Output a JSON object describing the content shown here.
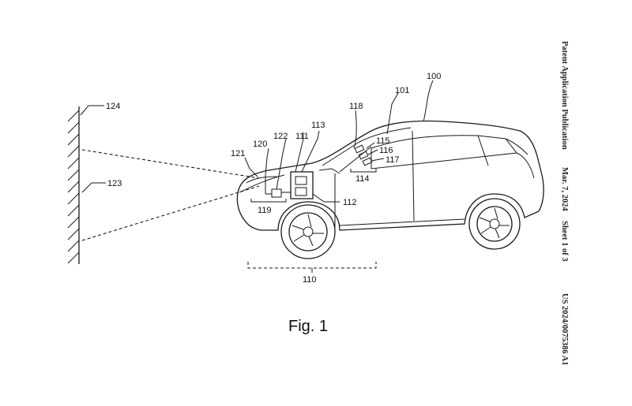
{
  "header": {
    "publication_type": "Patent Application Publication",
    "date": "Mar. 7, 2024",
    "sheet": "Sheet 1 of 3",
    "number": "US 2024/0075386 A1"
  },
  "figure": {
    "caption": "Fig. 1",
    "refs": {
      "r100": "100",
      "r101": "101",
      "r110": "110",
      "r111": "111",
      "r112": "112",
      "r113": "113",
      "r114": "114",
      "r115": "115",
      "r116": "116",
      "r117": "117",
      "r118": "118",
      "r119": "119",
      "r120": "120",
      "r121": "121",
      "r122": "122",
      "r123": "123",
      "r124": "124"
    }
  }
}
